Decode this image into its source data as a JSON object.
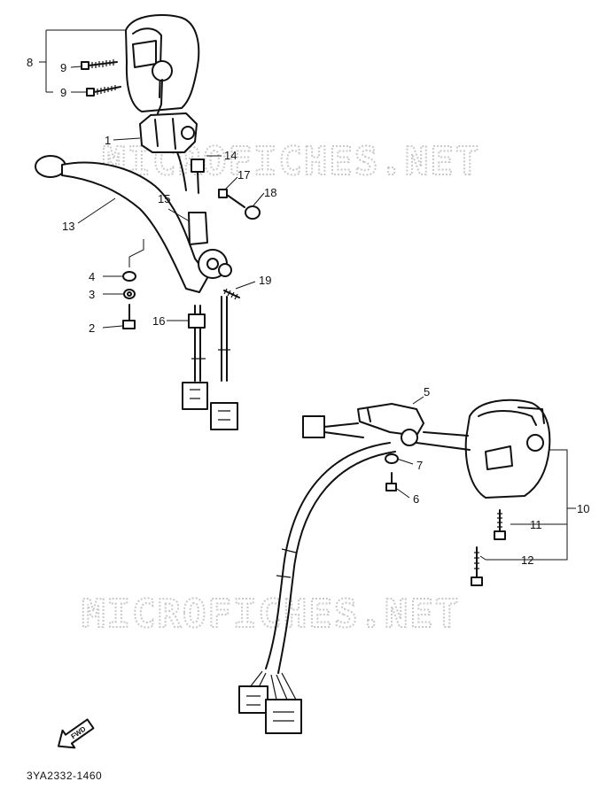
{
  "watermarks": [
    "MICROFICHES.NET",
    "MICROFICHES.NET"
  ],
  "callouts": {
    "c1": "1",
    "c2": "2",
    "c3": "3",
    "c4": "4",
    "c5": "5",
    "c6": "6",
    "c7": "7",
    "c8": "8",
    "c9a": "9",
    "c9b": "9",
    "c10": "10",
    "c11": "11",
    "c12": "12",
    "c13": "13",
    "c14": "14",
    "c15": "15",
    "c16": "16",
    "c17": "17",
    "c18": "18",
    "c19": "19"
  },
  "forward_arrow_label": "FWD",
  "diagram_code": "3YA2332-1460"
}
